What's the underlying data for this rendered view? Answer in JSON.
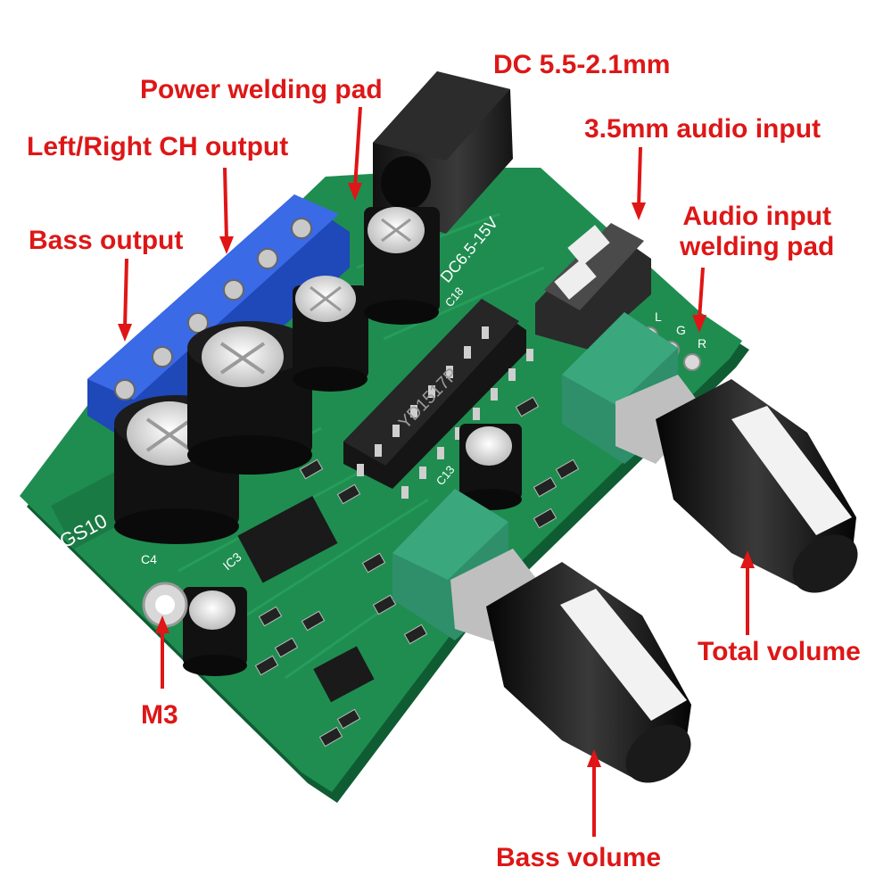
{
  "colors": {
    "label_text": "#dd1717",
    "arrow": "#e01515",
    "pcb": "#1d8a4e",
    "pcb_dark": "#0f5c33",
    "terminal_blue": "#2f5fd8",
    "pot_green": "#2e8f6a",
    "knob_black": "#141414",
    "knob_white": "#f2f2f2"
  },
  "labels": {
    "dc_jack": "DC 5.5-2.1mm",
    "power_pad": "Power welding pad",
    "lr_output": "Left/Right CH output",
    "audio_35": "3.5mm audio input",
    "audio_pad_line1": "Audio input",
    "audio_pad_line2": "welding pad",
    "bass_output": "Bass output",
    "total_volume": "Total volume",
    "bass_volume": "Bass volume",
    "m3": "M3"
  },
  "board_markings": {
    "gs10": "GS10",
    "chip_main": "YD1517P",
    "dc_range": "DC6.5-15V",
    "pad_l": "L",
    "pad_g": "G",
    "pad_r": "R",
    "c18": "C18",
    "c13": "C13",
    "c4": "C4",
    "ic3": "IC3"
  },
  "icons": {
    "board": "amplifier-board-icon",
    "terminal": "screw-terminal-icon",
    "capacitor": "capacitor-icon",
    "knob": "knob-icon",
    "jack": "audio-jack-icon",
    "dc": "dc-jack-icon",
    "hole": "mounting-hole-icon"
  }
}
